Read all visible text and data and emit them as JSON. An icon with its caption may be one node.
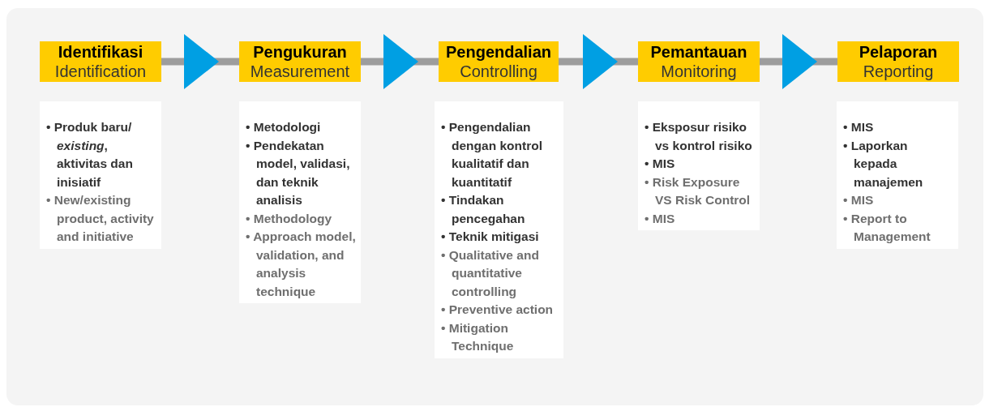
{
  "diagram": {
    "nodes": [
      {
        "text": [
          "Identifikasi",
          "Identification"
        ]
      },
      {
        "text": [
          "Pengukuran",
          "Measurement"
        ]
      },
      {
        "text": [
          "Pengendalian",
          "Controlling"
        ]
      },
      {
        "text": [
          "Pemantauan",
          "Monitoring"
        ]
      },
      {
        "text": [
          "Pelaporan",
          "Reporting"
        ]
      },
      {
        "text": [
          "• Produk baru/ *existing*, aktivitas dan inisiatif",
          "• New/existing product, activity and initiative"
        ]
      },
      {
        "text": [
          "• Metodologi",
          "• Pendekatan model, validasi, dan teknik analisis",
          "• Methodology",
          "• Approach model, validation, and analysis technique"
        ]
      },
      {
        "text": [
          "• Pengendalian dengan kontrol kualitatif dan kuantitatif",
          "• Tindakan pencegahan",
          "• Teknik mitigasi",
          "• Qualitative and quantitative controlling",
          "• Preventive action",
          "• Mitigation Technique"
        ]
      },
      {
        "text": [
          "• Eksposur risiko vs kontrol risiko",
          "• MIS",
          "• Risk Exposure VS Risk Control",
          "• MIS"
        ]
      },
      {
        "text": [
          "• MIS",
          "• Laporkan kepada manajemen",
          "• MIS",
          "• Report to Management"
        ]
      }
    ],
    "edges": [
      {
        "from": 0,
        "to": 1,
        "arrow": "to"
      },
      {
        "from": 1,
        "to": 2,
        "arrow": "to"
      },
      {
        "from": 2,
        "to": 3,
        "arrow": "to"
      },
      {
        "from": 3,
        "to": 4,
        "arrow": "to"
      }
    ]
  }
}
